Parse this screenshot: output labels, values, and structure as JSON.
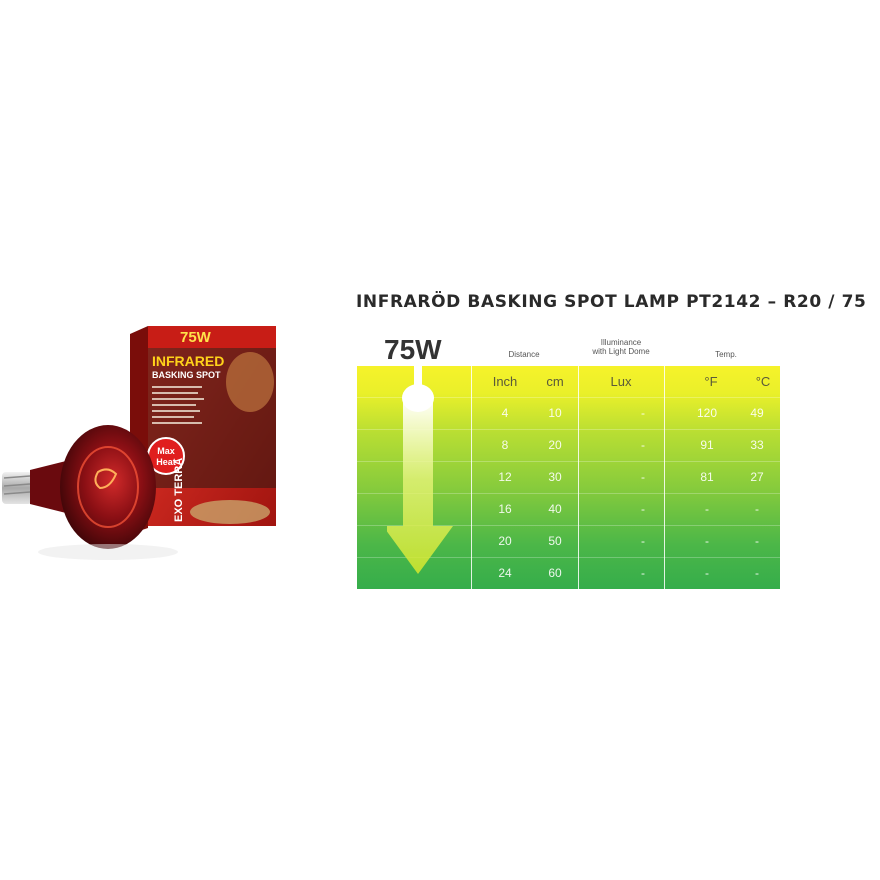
{
  "product": {
    "box_wattage": "75W",
    "box_title": "INFRARED",
    "box_subtitle": "BASKING SPOT",
    "badge": [
      "Max",
      "Heat"
    ],
    "brand": "EXO TERRA"
  },
  "spec": {
    "title": "INFRARÖD BASKING SPOT LAMP PT2142 – R20 / 75",
    "wattage": "75W",
    "headers": {
      "distance": "Distance",
      "illuminance_1": "Illuminance",
      "illuminance_2": "with Light Dome",
      "temp": "Temp."
    },
    "units": [
      "Inch",
      "cm",
      "Lux",
      "°F",
      "°C"
    ],
    "rows": [
      [
        "4",
        "10",
        "-",
        "120",
        "49"
      ],
      [
        "8",
        "20",
        "-",
        "91",
        "33"
      ],
      [
        "12",
        "30",
        "-",
        "81",
        "27"
      ],
      [
        "16",
        "40",
        "-",
        "-",
        "-"
      ],
      [
        "20",
        "50",
        "-",
        "-",
        "-"
      ],
      [
        "24",
        "60",
        "-",
        "-",
        "-"
      ]
    ]
  },
  "colors": {
    "table_top": "#f6f22a",
    "table_bottom": "#35ad4b",
    "box_red": "#d8261d",
    "bulb_red": "#8a0f14"
  }
}
